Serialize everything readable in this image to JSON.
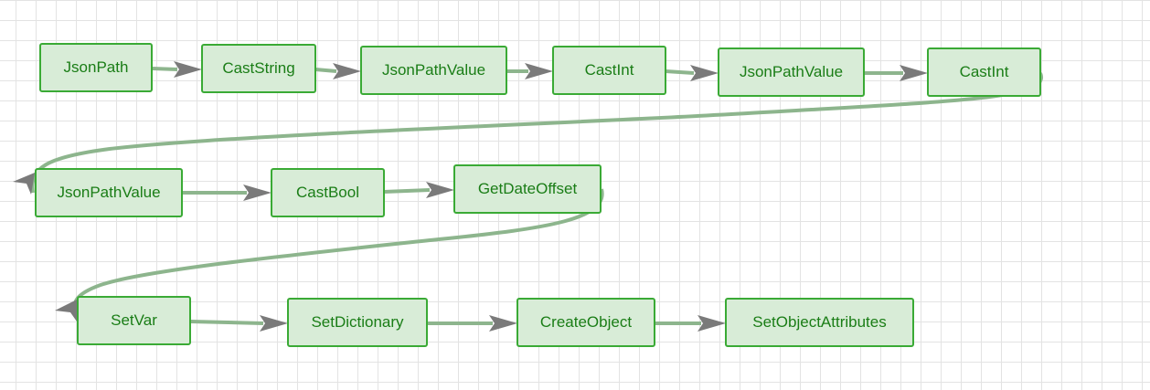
{
  "diagram": {
    "rows": [
      {
        "nodes": [
          "JsonPath",
          "CastString",
          "JsonPathValue",
          "CastInt",
          "JsonPathValue",
          "CastInt"
        ]
      },
      {
        "nodes": [
          "JsonPathValue",
          "CastBool",
          "GetDateOffset"
        ]
      },
      {
        "nodes": [
          "SetVar",
          "SetDictionary",
          "CreateObject",
          "SetObjectAttributes"
        ]
      }
    ],
    "colors": {
      "node_fill": "#d8ecd7",
      "node_border": "#3aaa35",
      "node_text": "#1a7d16",
      "connector": "#8db58d",
      "arrowhead": "#7a7a7a"
    }
  }
}
